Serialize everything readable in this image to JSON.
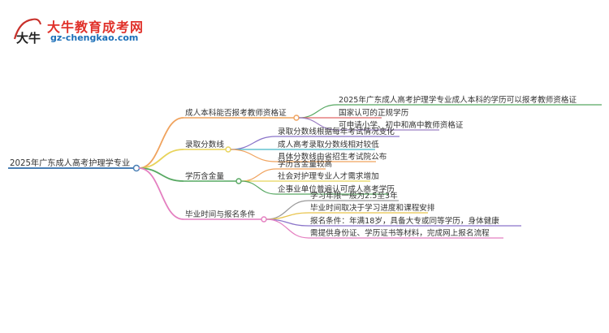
{
  "brand": {
    "title": "大牛教育成考网",
    "url": "gz-chengkao.com",
    "logo_glyph": "大牛",
    "logo_colors": {
      "title": "#e0312a",
      "url": "#1b6fb8",
      "mark": "#c8302a"
    }
  },
  "mindmap": {
    "root": {
      "label": "2025年广东成人高考护理学专业",
      "color": "#4a7fb5"
    },
    "branches": [
      {
        "label": "成人本科能否报考教师资格证",
        "color": "#f0a35e",
        "children": [
          {
            "label": "2025年广东成人高考护理学专业成人本科的学历可以报考教师资格证",
            "color": "#57a862"
          },
          {
            "label": "国家认可的正规学历",
            "color": "#e06666"
          },
          {
            "label": "可申请小学、初中和高中教师资格证",
            "color": "#9b7fc4"
          }
        ]
      },
      {
        "label": "录取分数线",
        "color": "#e8d35a",
        "children": [
          {
            "label": "录取分数线根据每年考试情况变化",
            "color": "#8a73c9"
          },
          {
            "label": "成人高考录取分数线相对较低",
            "color": "#45b8c7"
          },
          {
            "label": "具体分数线由省招生考试院公布",
            "color": "#f0a35e"
          }
        ]
      },
      {
        "label": "学历含金量",
        "color": "#57a862",
        "children": [
          {
            "label": "学历含金量较高",
            "color": "#f0a35e"
          },
          {
            "label": "社会对护理专业人才需求增加",
            "color": "#e8d35a"
          },
          {
            "label": "企事业单位普遍认可成人高考学历",
            "color": "#57a862"
          }
        ]
      },
      {
        "label": "毕业时间与报名条件",
        "color": "#e47fc0",
        "children": [
          {
            "label": "学习年限一般为2.5至3年",
            "color": "#999999"
          },
          {
            "label": "毕业时间取决于学习进度和课程安排",
            "color": "#e8c34a"
          },
          {
            "label": "报名条件：年满18岁，具备大专或同等学历，身体健康",
            "color": "#8a73c9"
          },
          {
            "label": "需提供身份证、学历证书等材料，完成网上报名流程",
            "color": "#e47fc0"
          }
        ]
      }
    ]
  }
}
